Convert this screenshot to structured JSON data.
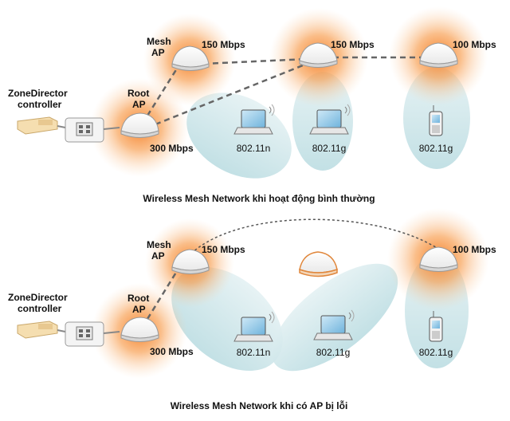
{
  "colors": {
    "glow": "#f7923a",
    "coverage": "#cfe6ea",
    "link": "#666666",
    "ap_body": "#ffffff"
  },
  "top": {
    "controller_label_1": "ZoneDirector",
    "controller_label_2": "controller",
    "root_label_1": "Root",
    "root_label_2": "AP",
    "mesh_label_1": "Mesh",
    "mesh_label_2": "AP",
    "speed_root": "300 Mbps",
    "speed_mesh": "150 Mbps",
    "speed_mid": "150 Mbps",
    "speed_right": "100 Mbps",
    "device_1": "802.11n",
    "device_2": "802.11g",
    "device_3": "802.11g",
    "caption": "Wireless Mesh Network khi hoạt động bình thường"
  },
  "bottom": {
    "controller_label_1": "ZoneDirector",
    "controller_label_2": "controller",
    "root_label_1": "Root",
    "root_label_2": "AP",
    "mesh_label_1": "Mesh",
    "mesh_label_2": "AP",
    "speed_root": "300 Mbps",
    "speed_mesh": "150 Mbps",
    "speed_right": "100 Mbps",
    "device_1": "802.11n",
    "device_2": "802.11g",
    "device_3": "802.11g",
    "caption": "Wireless Mesh Network khi có AP bị lỗi"
  }
}
